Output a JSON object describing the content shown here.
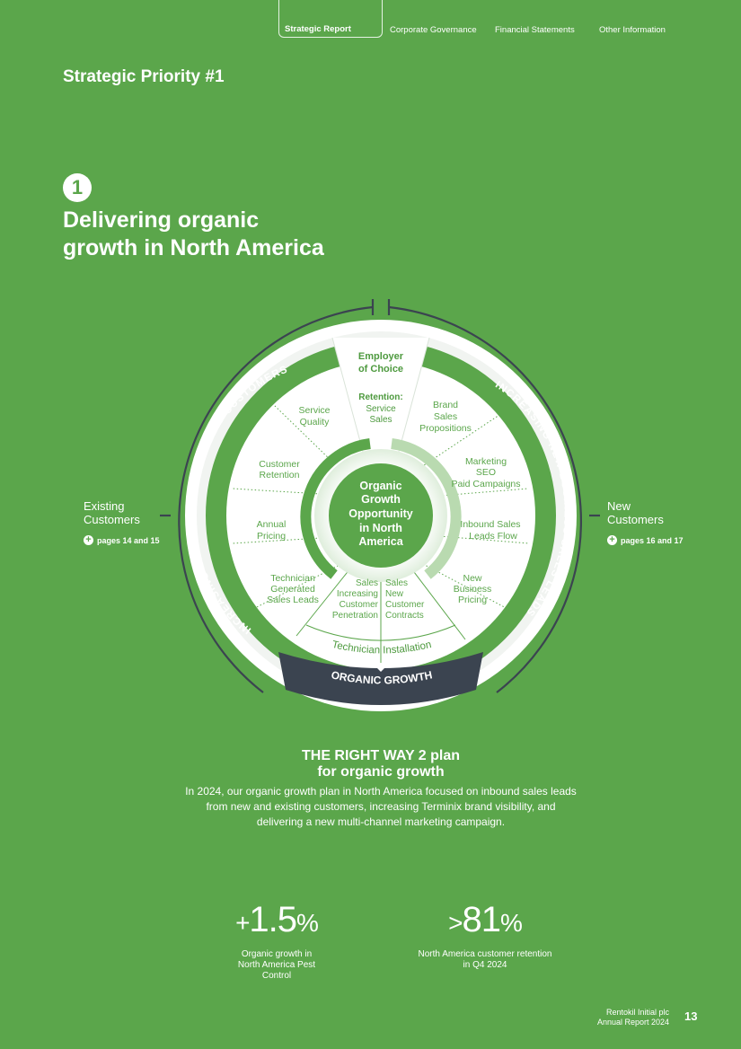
{
  "nav": {
    "active": "Strategic Report",
    "items": [
      "Corporate Governance",
      "Financial Statements",
      "Other Information"
    ]
  },
  "header": {
    "priority": "Strategic Priority #1"
  },
  "section": {
    "number": "1",
    "title_line1": "Delivering organic",
    "title_line2": "growth in North America"
  },
  "left_side": {
    "label_line1": "Existing",
    "label_line2": "Customers",
    "link": "pages 14 and 15"
  },
  "right_side": {
    "label_line1": "New",
    "label_line2": "Customers",
    "link": "pages 16 and 17"
  },
  "wheel": {
    "center": [
      "Organic",
      "Growth",
      "Opportunity",
      "in North",
      "America"
    ],
    "top_wedge": {
      "title": [
        "Employer",
        "of Choice"
      ],
      "sub_title": "Retention:",
      "sub": [
        "Service",
        "Sales"
      ]
    },
    "left_arc_text": "INCREASING REVENUE FROM EXISTING CUSTOMERS",
    "right_arc_text": "INCREASING NEW BUSINESS SALES LEADS",
    "bottom_banner": "ORGANIC GROWTH",
    "technician": "Technician Installation",
    "left_items": [
      [
        "Service",
        "Quality"
      ],
      [
        "Customer",
        "Retention"
      ],
      [
        "Annual",
        "Pricing"
      ],
      [
        "Technician",
        "Generated",
        "Sales Leads"
      ]
    ],
    "right_items": [
      [
        "Brand",
        "Sales",
        "Propositions"
      ],
      [
        "Marketing",
        "SEO",
        "Paid Campaigns"
      ],
      [
        "Inbound Sales",
        "Leads Flow"
      ],
      [
        "New",
        "Business",
        "Pricing"
      ]
    ],
    "bottom_left": [
      "Sales",
      "Increasing",
      "Customer",
      "Penetration"
    ],
    "bottom_right": [
      "Sales",
      "New",
      "Customer",
      "Contracts"
    ]
  },
  "plan": {
    "title_line1": "THE RIGHT WAY 2 plan",
    "title_line2": "for organic growth",
    "body": "In 2024, our organic growth plan in North America focused on inbound sales leads from new and existing customers, increasing Terminix brand visibility, and delivering a new multi-channel marketing campaign."
  },
  "stats": [
    {
      "prefix": "+",
      "value": "1.5",
      "unit": "%",
      "label_line1": "Organic growth in",
      "label_line2": "North America Pest",
      "label_line3": "Control"
    },
    {
      "prefix": ">",
      "value": "81",
      "unit": "%",
      "label_line1": "North America customer retention",
      "label_line2": "in Q4 2024",
      "label_line3": ""
    }
  ],
  "footer": {
    "company": "Rentokil Initial plc",
    "report": "Annual Report 2024",
    "page": "13"
  },
  "colors": {
    "background": "#5ba64b",
    "dark": "#3b4450",
    "white": "#ffffff",
    "green_text": "#4e9a3f"
  }
}
